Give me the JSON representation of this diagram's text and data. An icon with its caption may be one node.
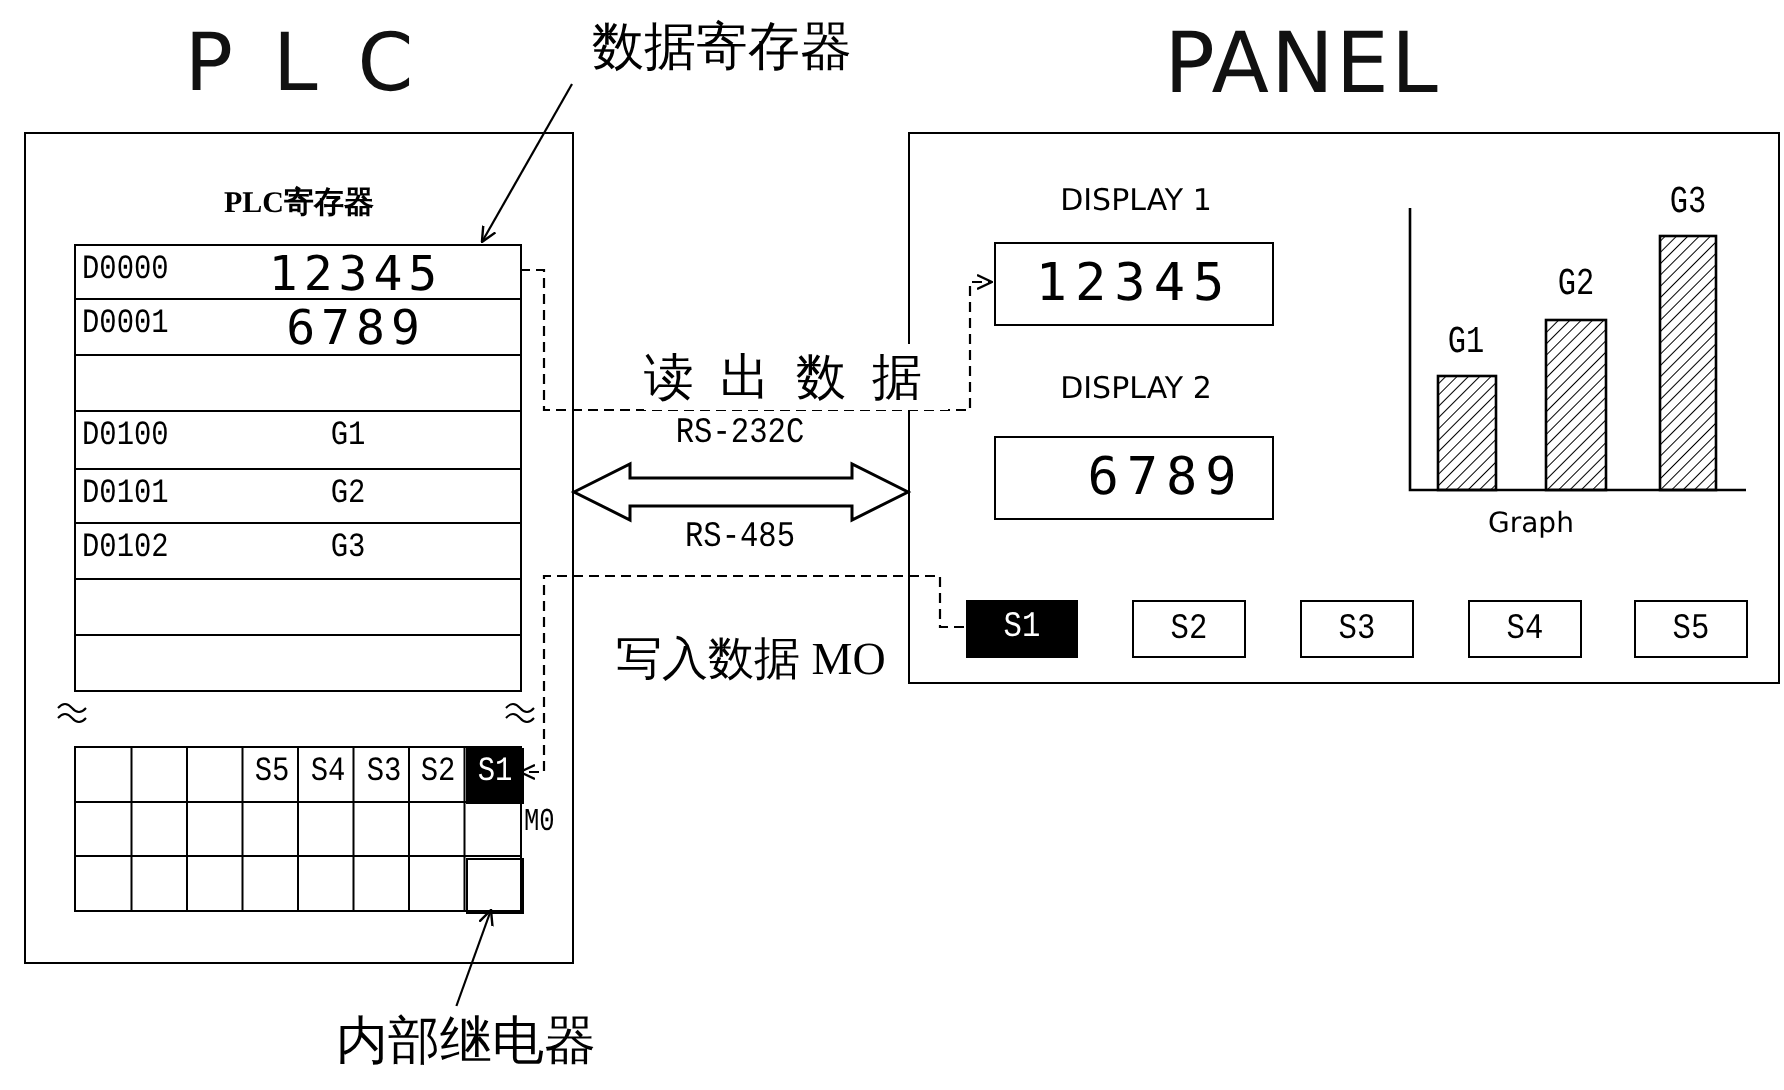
{
  "diagram": {
    "nodes": [
      {
        "text": [
          "PLC",
          "PLC寄存器"
        ]
      },
      {
        "text": [
          "D0000",
          "12345"
        ],
        "in": 0
      },
      {
        "text": [
          "D0001",
          "6789"
        ],
        "in": 0
      },
      {
        "text": [],
        "shape": "box",
        "in": 0
      },
      {
        "text": [
          "D0100",
          "G1"
        ],
        "in": 0
      },
      {
        "text": [
          "D0101",
          "G2"
        ],
        "in": 0
      },
      {
        "text": [
          "D0102",
          "G3"
        ],
        "in": 0
      },
      {
        "text": [],
        "shape": "box",
        "in": 0
      },
      {
        "text": [],
        "shape": "box",
        "in": 0
      },
      {
        "text": [],
        "shape": "box",
        "in": 0
      },
      {
        "text": [
          "S5"
        ],
        "in": 9
      },
      {
        "text": [
          "S4"
        ],
        "in": 9
      },
      {
        "text": [
          "S3"
        ],
        "in": 9
      },
      {
        "text": [
          "S2"
        ],
        "in": 9
      },
      {
        "text": [
          "S1"
        ],
        "in": 9,
        "beside": [
          "M0"
        ]
      },
      {
        "text": [],
        "shape": "box",
        "in": 9
      },
      {
        "text": [
          "数据寄存器"
        ]
      },
      {
        "text": [
          "内部继电器"
        ]
      },
      {
        "text": [
          "PANEL"
        ]
      },
      {
        "text": [
          "12345"
        ],
        "in": 18,
        "beside": [
          "DISPLAY 1"
        ]
      },
      {
        "text": [
          "6789"
        ],
        "in": 18,
        "beside": [
          "DISPLAY 2"
        ]
      },
      {
        "text": [
          "S1"
        ],
        "in": 18
      },
      {
        "text": [
          "S2"
        ],
        "in": 18
      },
      {
        "text": [
          "S3"
        ],
        "in": 18
      },
      {
        "text": [
          "S4"
        ],
        "in": 18
      },
      {
        "text": [
          "S5"
        ],
        "in": 18
      }
    ],
    "edges": [
      {
        "from": 1,
        "to": 19,
        "arrow": "to",
        "style": "dashed",
        "label": "读出数据"
      },
      {
        "from": 21,
        "to": 14,
        "arrow": "to",
        "style": "dashed",
        "label": "写入数据 MO"
      },
      {
        "from": 0,
        "to": 18,
        "arrow": "both",
        "label": "RS-232C"
      },
      {
        "from": 16,
        "to": 1,
        "arrow": "to"
      },
      {
        "from": 17,
        "to": 15,
        "arrow": "to"
      }
    ],
    "labels": [
      "G3",
      "G2",
      "G1",
      "Graph",
      "RS-485"
    ]
  }
}
